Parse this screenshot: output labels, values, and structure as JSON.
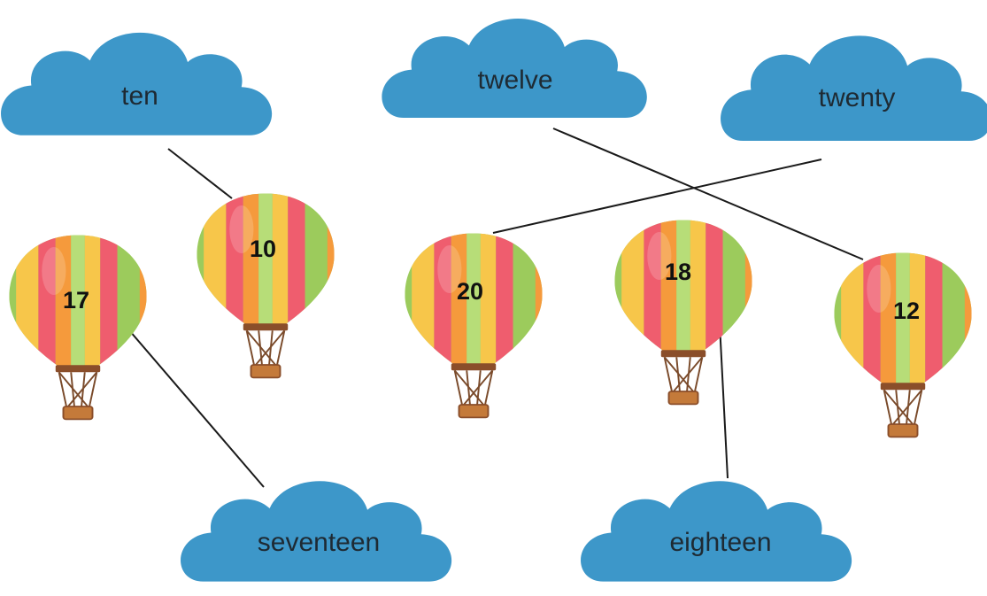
{
  "clouds": {
    "ten": {
      "label": "ten"
    },
    "twelve": {
      "label": "twelve"
    },
    "twenty": {
      "label": "twenty"
    },
    "seventeen": {
      "label": "seventeen"
    },
    "eighteen": {
      "label": "eighteen"
    }
  },
  "balloons": {
    "b17": {
      "number": "17"
    },
    "b10": {
      "number": "10"
    },
    "b20": {
      "number": "20"
    },
    "b18": {
      "number": "18"
    },
    "b12": {
      "number": "12"
    }
  },
  "colors": {
    "cloud": "#3d97c9",
    "stripe_pink": "#ef5d6e",
    "stripe_green": "#9ccb5c",
    "stripe_yellow": "#f7c64a",
    "stripe_orange": "#f59a3c",
    "basket": "#c47a3a",
    "rope": "#7a4a2a"
  }
}
